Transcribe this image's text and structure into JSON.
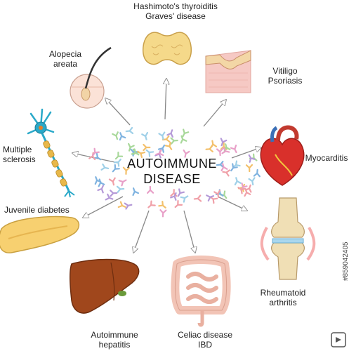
{
  "center": {
    "line1": "AUTOIMMUNE",
    "line2": "DISEASE"
  },
  "organs": {
    "thyroid": {
      "line1": "Hashimoto's thyroiditis",
      "line2": "Graves' disease"
    },
    "skin": {
      "line1": "Vitiligo",
      "line2": "Psoriasis"
    },
    "heart": {
      "line1": "Myocarditis"
    },
    "joint": {
      "line1": "Rheumatoid",
      "line2": "arthritis"
    },
    "intestine": {
      "line1": "Celiac disease",
      "line2": "IBD"
    },
    "liver": {
      "line1": "Autoimmune",
      "line2": "hepatitis"
    },
    "pancreas": {
      "line1": "Juvenile diabetes"
    },
    "neuron": {
      "line1": "Multiple",
      "line2": "sclerosis"
    },
    "hair": {
      "line1": "Alopecia",
      "line2": "areata"
    }
  },
  "watermark": {
    "stock_id": "#859042405"
  },
  "colors": {
    "thyroid": "#f5d98a",
    "skin": "#f6c9c4",
    "heart": "#d9302b",
    "liver": "#a0471c",
    "pancreas": "#f7d070",
    "intestine": "#f2c4b6",
    "joint": "#f0dfb5",
    "neuron": "#2aa9c9",
    "arrow": "#888888"
  }
}
